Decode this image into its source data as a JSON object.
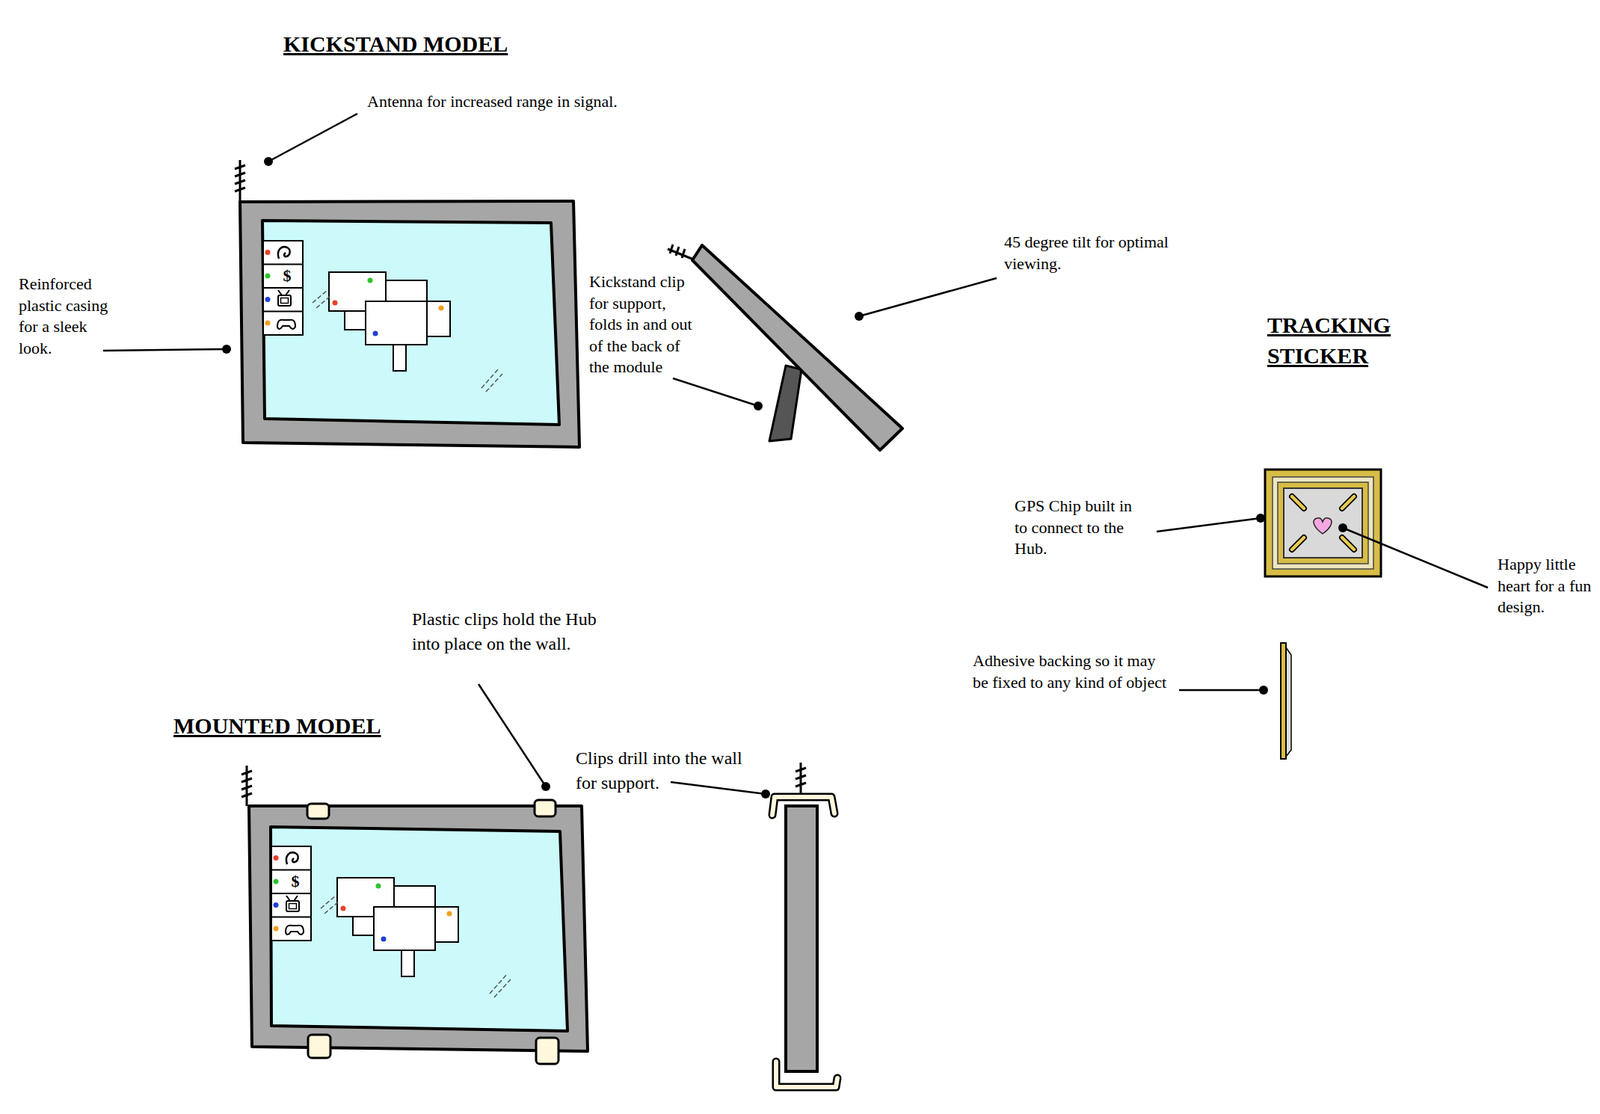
{
  "diagram": {
    "labels": [
      "KICKSTAND MODEL",
      "Antenna for increased range in signal.",
      "45 degree tilt for optimal viewing.",
      "Reinforced plastic casing for a sleek look.",
      "$",
      "Kickstand clip for support, folds in and out of the back of the module",
      "TRACKING STICKER",
      "GPS Chip built in to connect to the Hub.",
      "Happy little heart for a fun design.",
      "Plastic clips hold the Hub into place on the wall.",
      "Adhesive backing so it may be fixed to any kind of object",
      "MOUNTED MODEL",
      "Clips drill into the wall for support.",
      "$"
    ]
  }
}
